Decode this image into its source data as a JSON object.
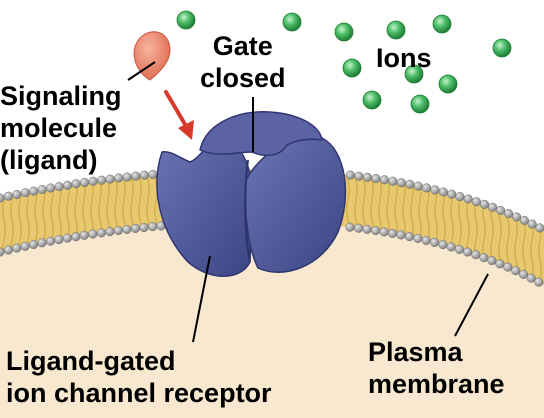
{
  "labels": {
    "gate_closed": [
      "Gate",
      "closed"
    ],
    "ions": "Ions",
    "signaling_molecule": [
      "Signaling",
      "molecule",
      "(ligand)"
    ],
    "receptor": [
      "Ligand-gated",
      "ion channel receptor"
    ],
    "plasma_membrane": [
      "Plasma",
      "membrane"
    ]
  },
  "colors": {
    "background": "#ffffff",
    "cytoplasm": "#f7e8cf",
    "lipid_tails": "#e5c46a",
    "phospholipid_heads": "#a9a9a9",
    "receptor_protein": "#4f5897",
    "ligand": "#ec8066",
    "arrow": "#d8392b",
    "ions": "#3fae52",
    "pointer_lines": "#000000"
  },
  "ion_count": 12
}
